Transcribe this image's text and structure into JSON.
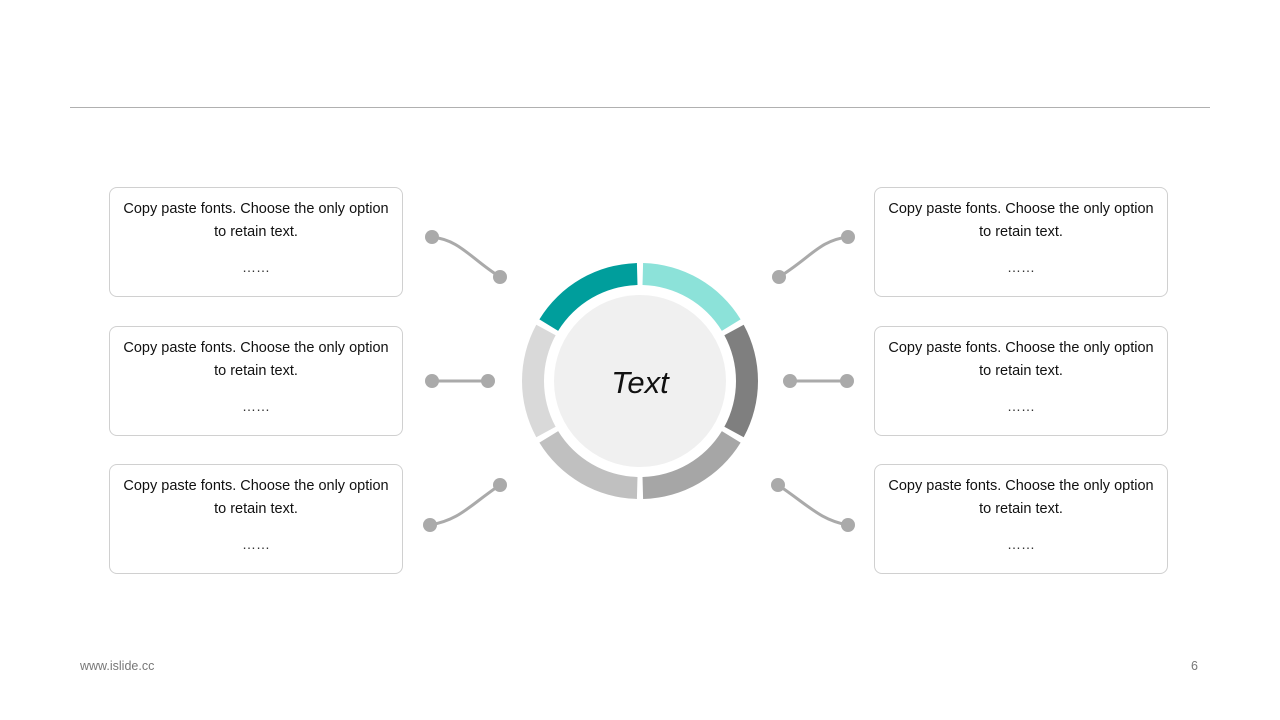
{
  "center": {
    "label": "Text"
  },
  "ring": {
    "colors": [
      "#009e9c",
      "#8ce2d9",
      "#7f7f7f",
      "#a6a6a6",
      "#c0c0c0",
      "#d9d9d9"
    ],
    "inner_fill": "#f0f0f0"
  },
  "boxes": [
    {
      "text": "Copy paste fonts. Choose the only option to retain text.",
      "dots": "……"
    },
    {
      "text": "Copy paste fonts. Choose the only option to retain text.",
      "dots": "……"
    },
    {
      "text": "Copy paste fonts. Choose the only option to retain text.",
      "dots": "……"
    },
    {
      "text": "Copy paste fonts. Choose the only option to retain text.",
      "dots": "……"
    },
    {
      "text": "Copy paste fonts. Choose the only option to retain text.",
      "dots": "……"
    },
    {
      "text": "Copy paste fonts. Choose the only option to retain text.",
      "dots": "……"
    }
  ],
  "footer": {
    "site": "www.islide.cc",
    "page": "6"
  }
}
